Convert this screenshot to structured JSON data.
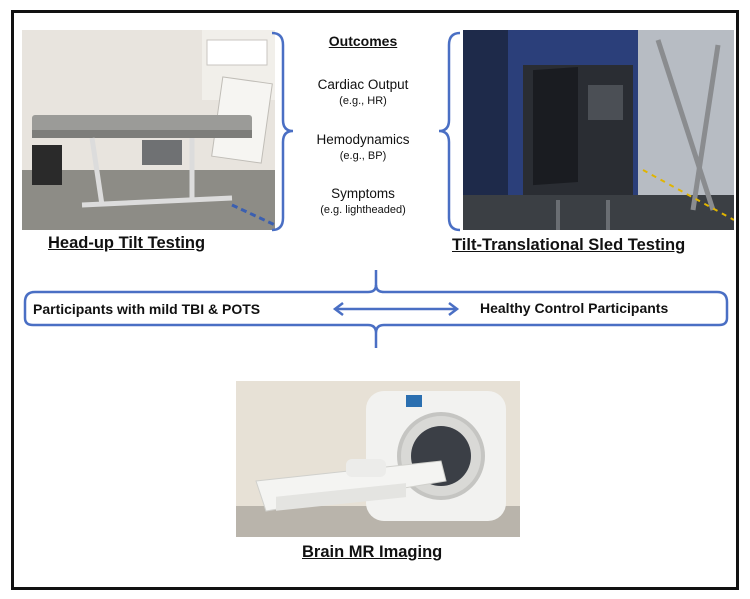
{
  "photos": {
    "left": {
      "caption": "Head-up Tilt Testing"
    },
    "right": {
      "caption": "Tilt-Translational Sled Testing"
    },
    "bottom": {
      "caption": "Brain MR Imaging"
    }
  },
  "outcomes": {
    "title": "Outcomes",
    "items": [
      {
        "main": "Cardiac Output",
        "sub": "(e.g., HR)"
      },
      {
        "main": "Hemodynamics",
        "sub": "(e.g., BP)"
      },
      {
        "main": "Symptoms",
        "sub": "(e.g. lightheaded)"
      }
    ]
  },
  "participants": {
    "left": "Participants with mild TBI & POTS",
    "right": "Healthy Control Participants"
  },
  "colors": {
    "bracket": "#4a6fc4",
    "border": "#111111"
  }
}
